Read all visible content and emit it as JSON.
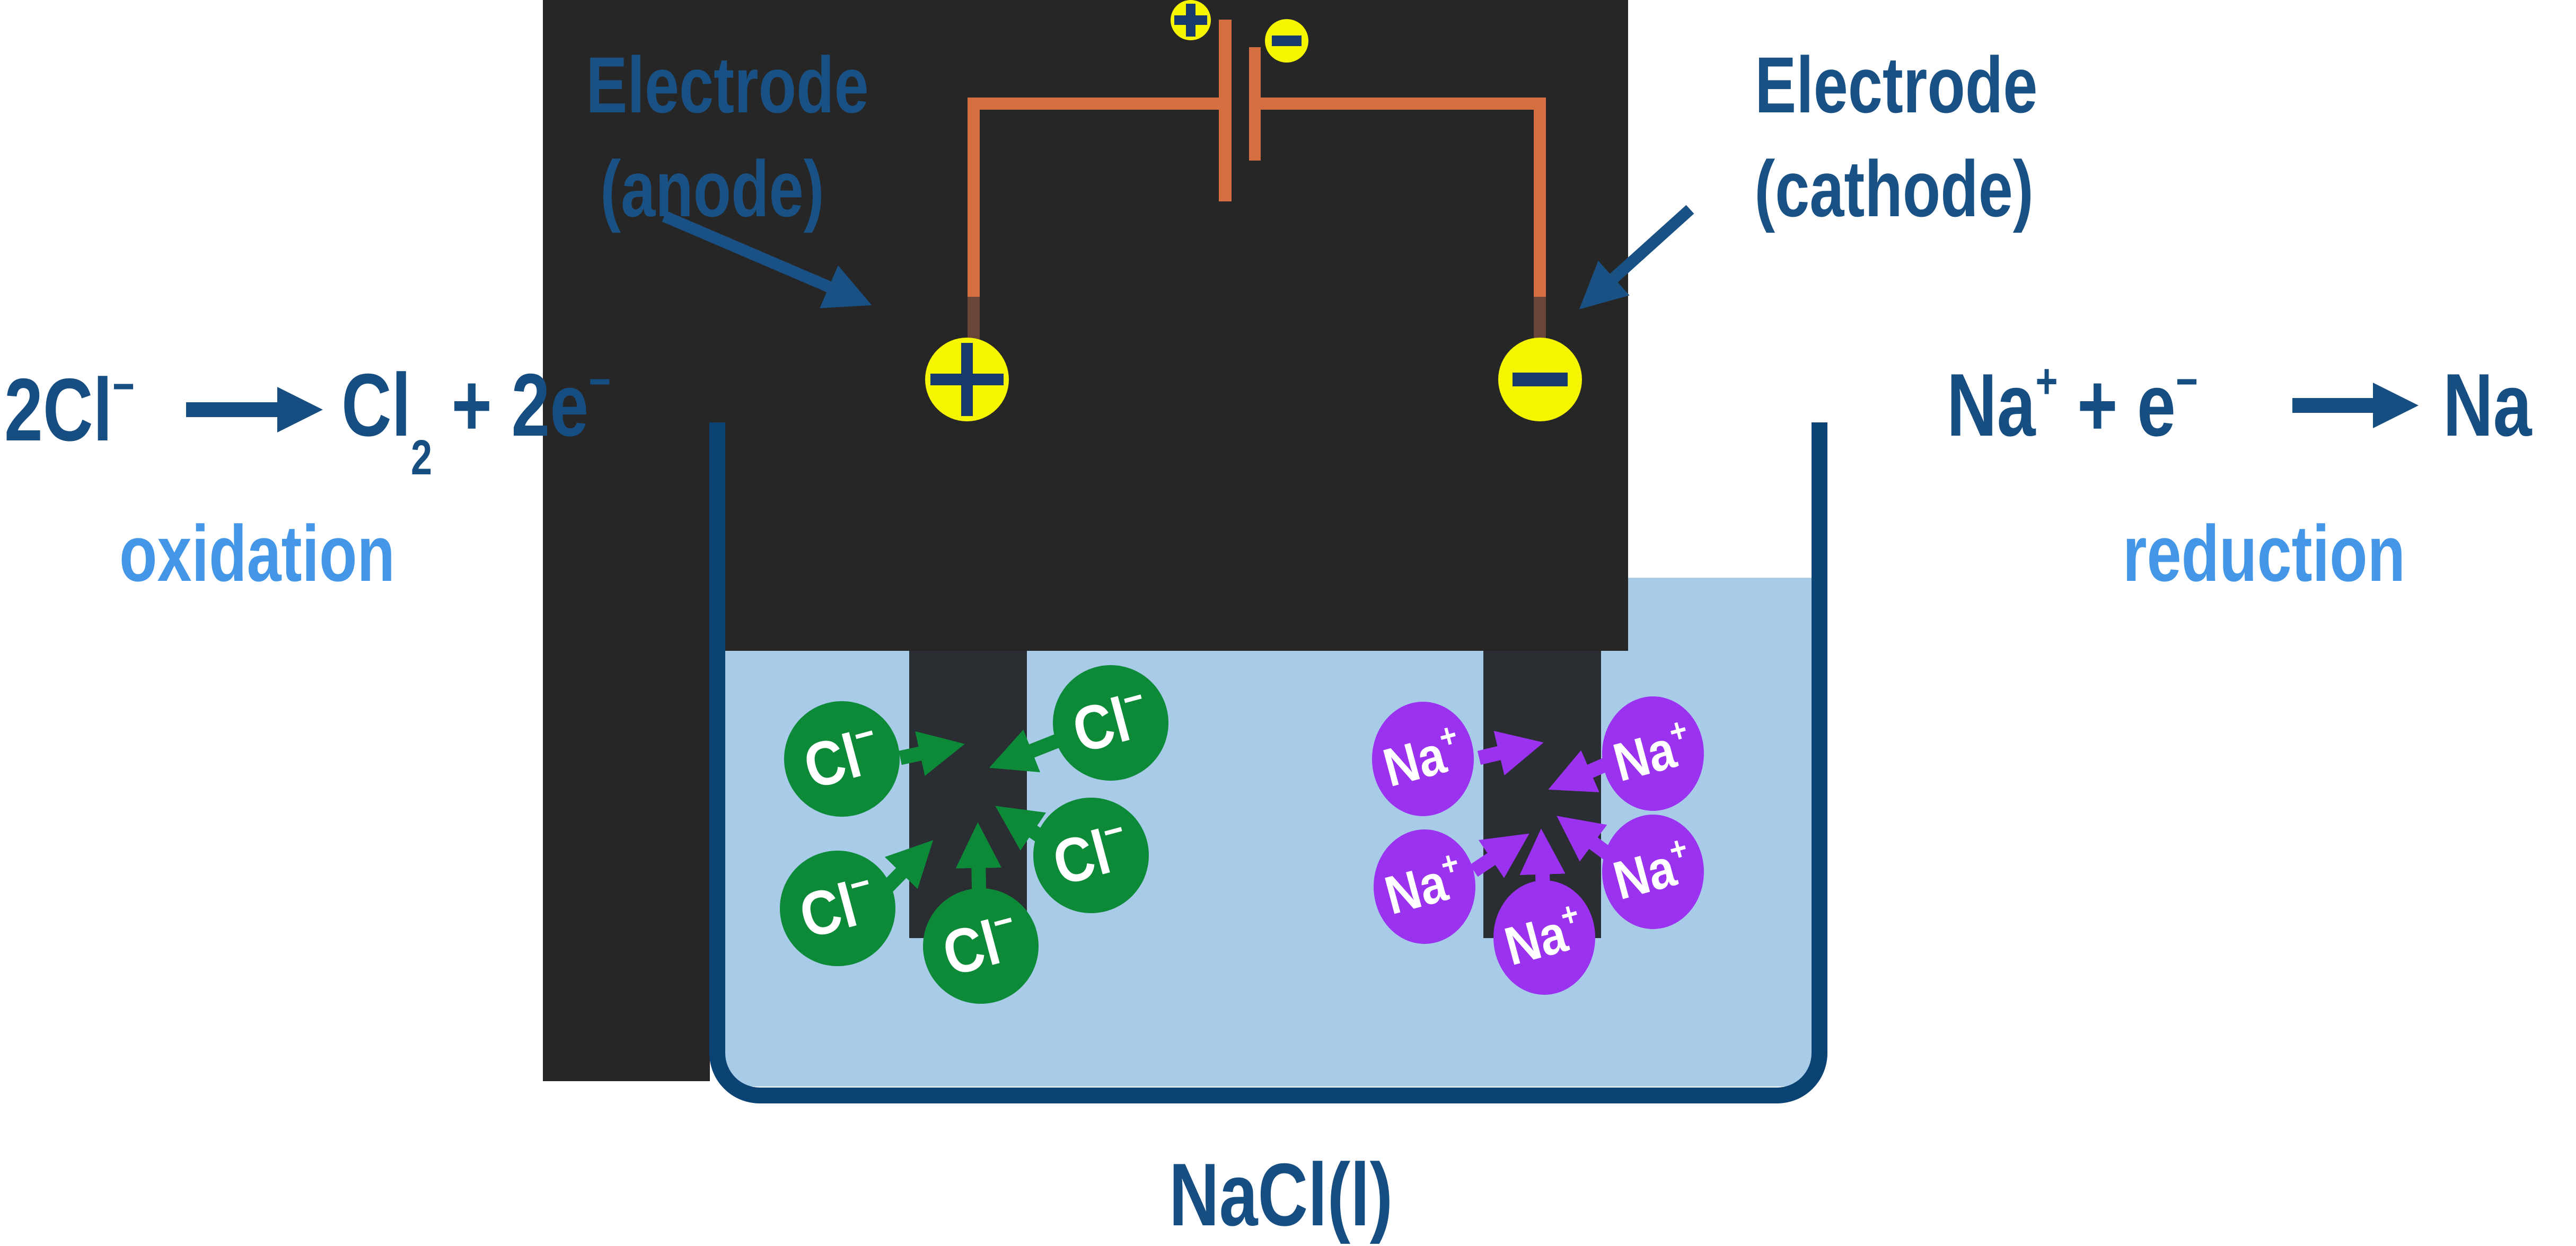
{
  "diagram": {
    "title_hint": "Electrolysis of molten sodium chloride",
    "labels": {
      "anode_line1": "Electrode",
      "anode_line2": "(anode)",
      "cathode_line1": "Electrode",
      "cathode_line2": "(cathode)",
      "oxidation": "oxidation",
      "reduction": "reduction",
      "solution": "NaCl(l)"
    },
    "equations": {
      "left": {
        "reactant": "2Cl",
        "reactant_sup": "−",
        "product1": "Cl",
        "product1_sub": "2",
        "plus": "+",
        "product2": "2e",
        "product2_sup": "−"
      },
      "right": {
        "reactant1": "Na",
        "reactant1_sup": "+",
        "plus": "+",
        "reactant2": "e",
        "reactant2_sup": "−",
        "product": "Na"
      }
    },
    "battery": {
      "positive_terminal_icon": "plus-icon",
      "negative_terminal_icon": "minus-icon"
    },
    "electrodes": {
      "anode_icon": "plus-icon",
      "cathode_icon": "minus-icon"
    },
    "ions": {
      "chloride": {
        "symbol": "Cl",
        "charge": "−",
        "count": 5
      },
      "sodium": {
        "symbol": "Na",
        "charge": "+",
        "count": 5
      }
    },
    "colors": {
      "background": "#FFFFFF",
      "backdrop_dark": "#262626",
      "electrode_stub": "#2A2E33",
      "liquid": "#A8CBE8",
      "beaker_outline": "#0A4374",
      "wire_orange": "#D56E41",
      "wire_shadow_brown": "#6B4438",
      "terminal_yellow": "#F5F500",
      "sign_navy": "#163A6B",
      "text_navy": "#174E82",
      "text_light_blue": "#4496E6",
      "chloride_green": "#0C8A38",
      "sodium_purple": "#9B32F0"
    }
  }
}
